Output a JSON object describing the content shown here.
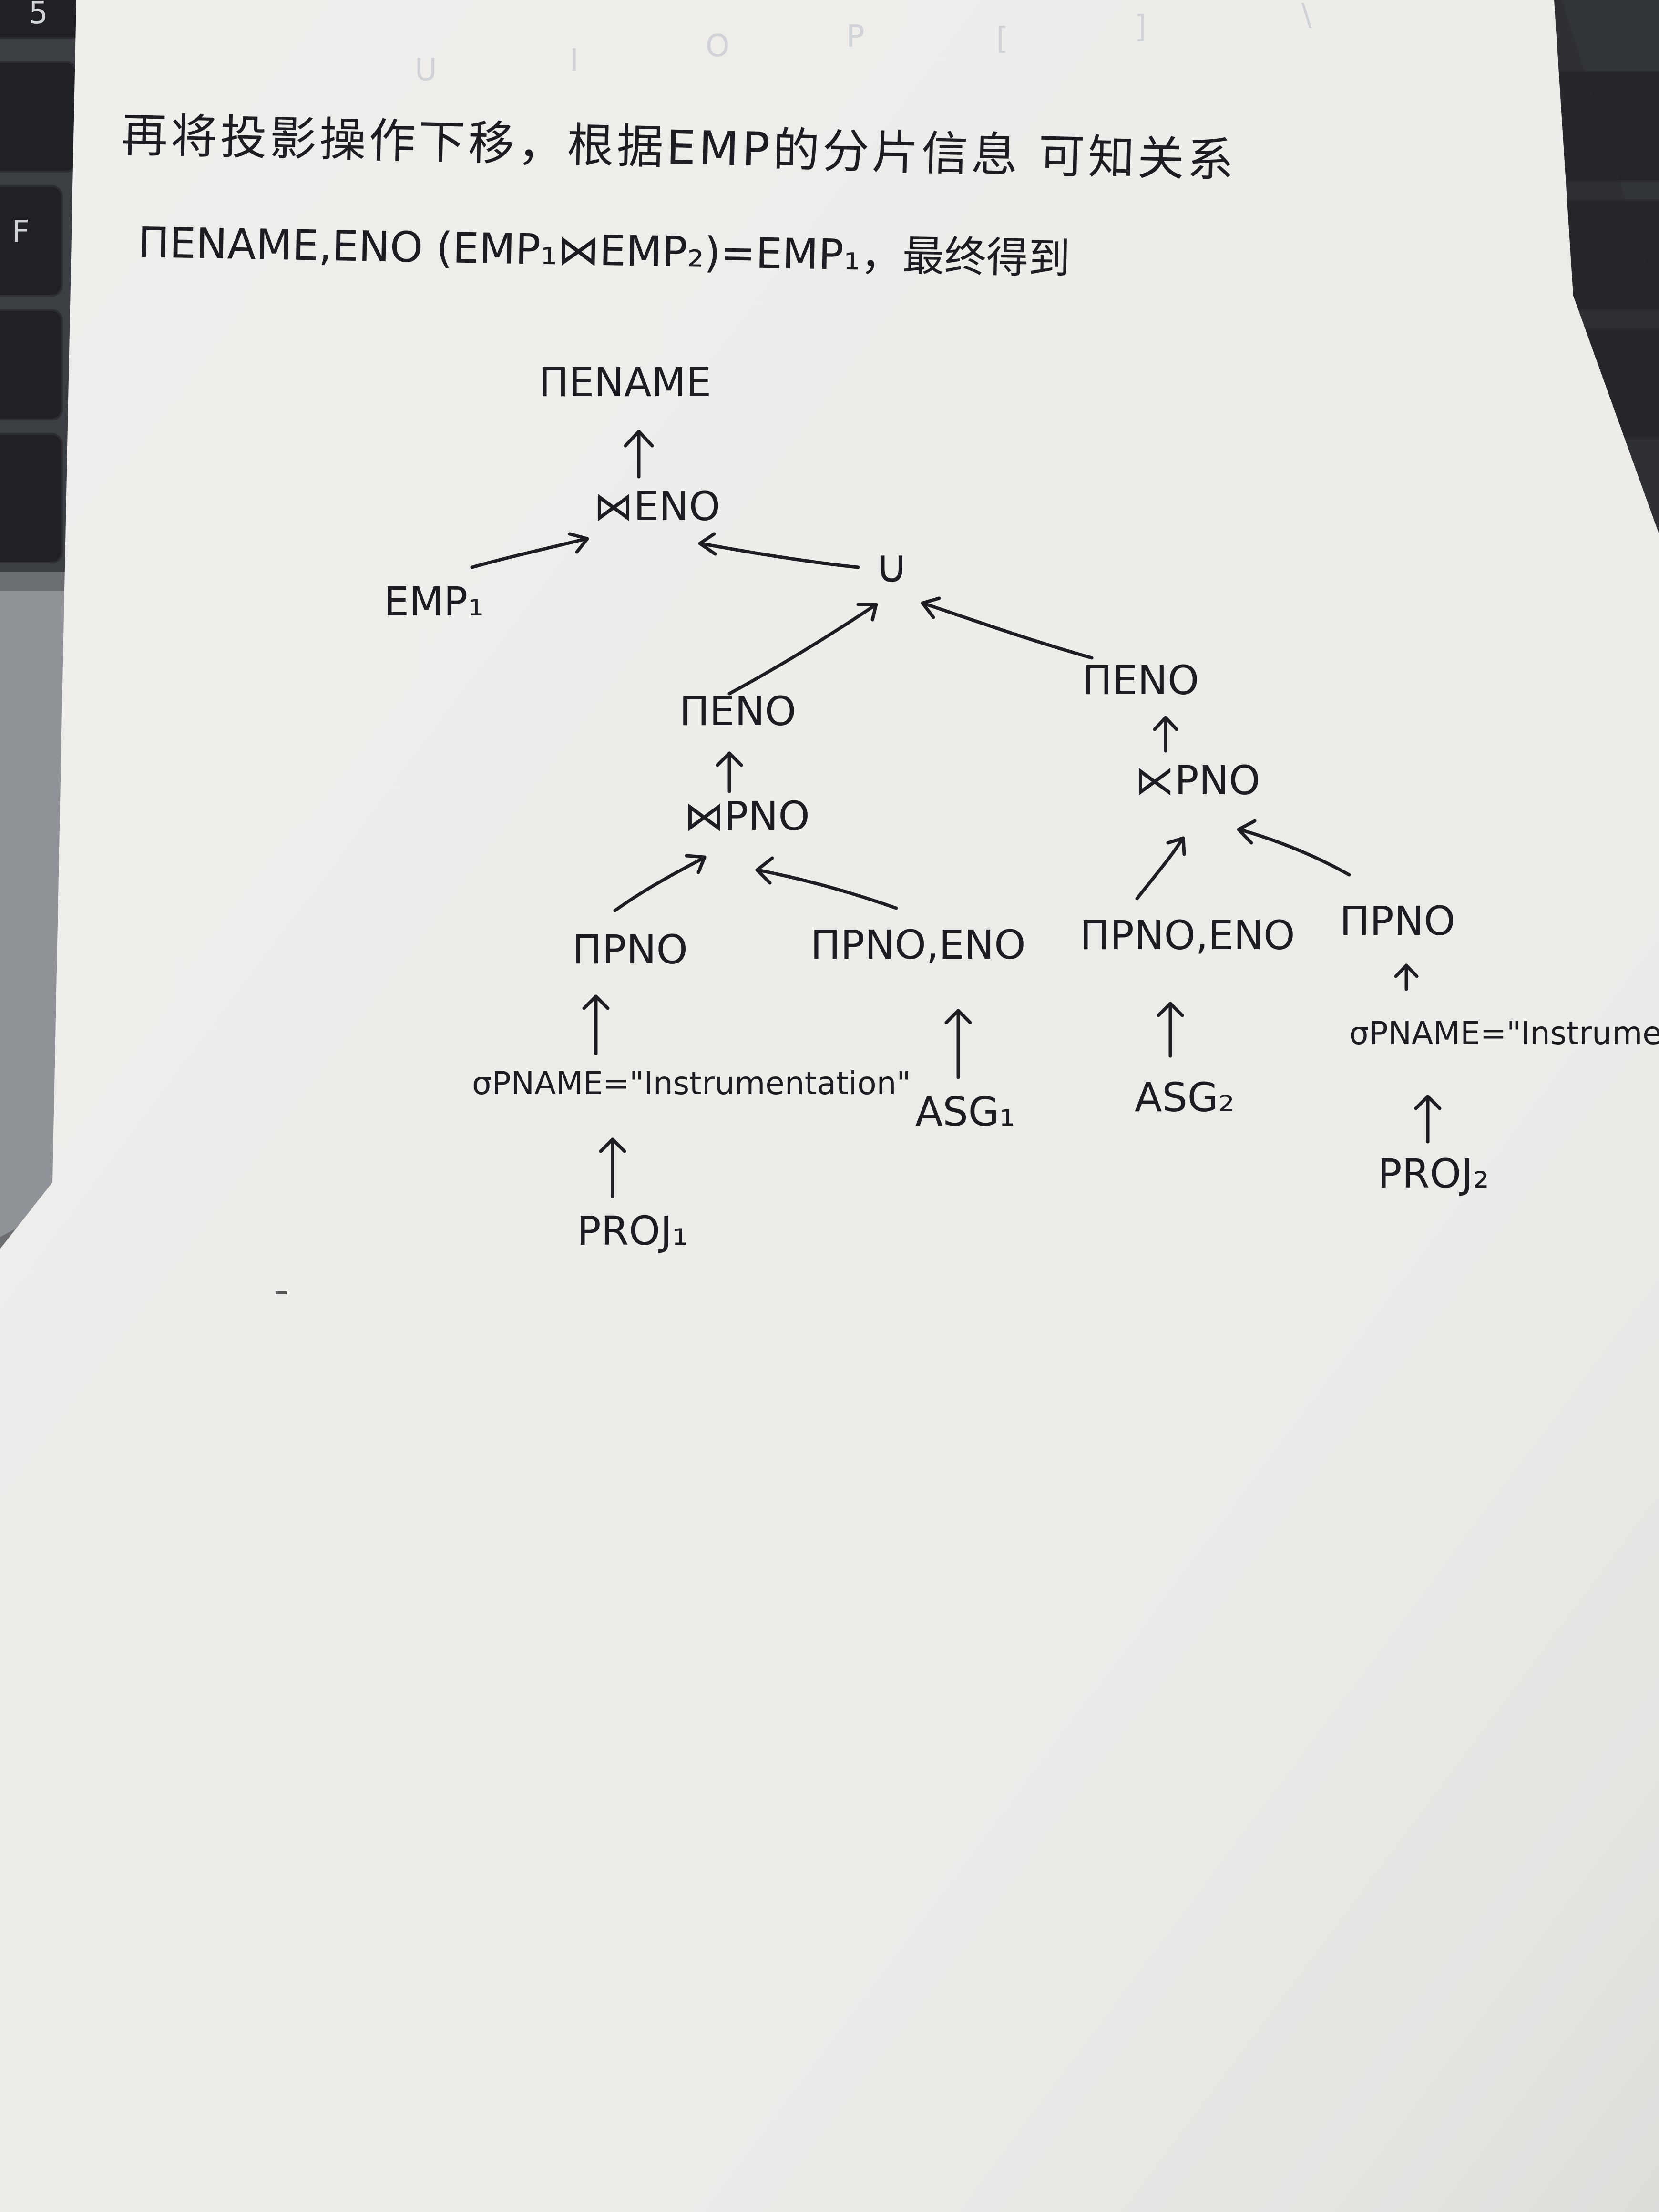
{
  "keyboard": {
    "keys": [
      "5",
      "U",
      "I",
      "O",
      "P",
      "[",
      "]",
      "\\",
      "F"
    ]
  },
  "note": {
    "line1": "再将投影操作下移，根据EMP的分片信息 可知关系",
    "line2": "ΠENAME,ENO (EMP₁⋈EMP₂)=EMP₁，最终得到"
  },
  "tree": {
    "root": "ΠENAME",
    "top_join": "⋈ENO",
    "emp1": "EMP₁",
    "union": "∪",
    "left_proj_eno": "ΠENO",
    "left_join": "⋈PNO",
    "left_proj_pno": "ΠPNO",
    "left_select": "σPNAME=\"Instrumentation\"",
    "proj1": "PROJ₁",
    "left_proj_pno_eno": "ΠPNO,ENO",
    "asg1": "ASG₁",
    "right_proj_eno": "ΠENO",
    "right_semijoin": "⋉PNO",
    "right_proj_pno_eno": "ΠPNO,ENO",
    "asg2": "ASG₂",
    "right_proj_pno": "ΠPNO",
    "right_select": "σPNAME=\"Instrumentati",
    "proj2": "PROJ₂"
  }
}
